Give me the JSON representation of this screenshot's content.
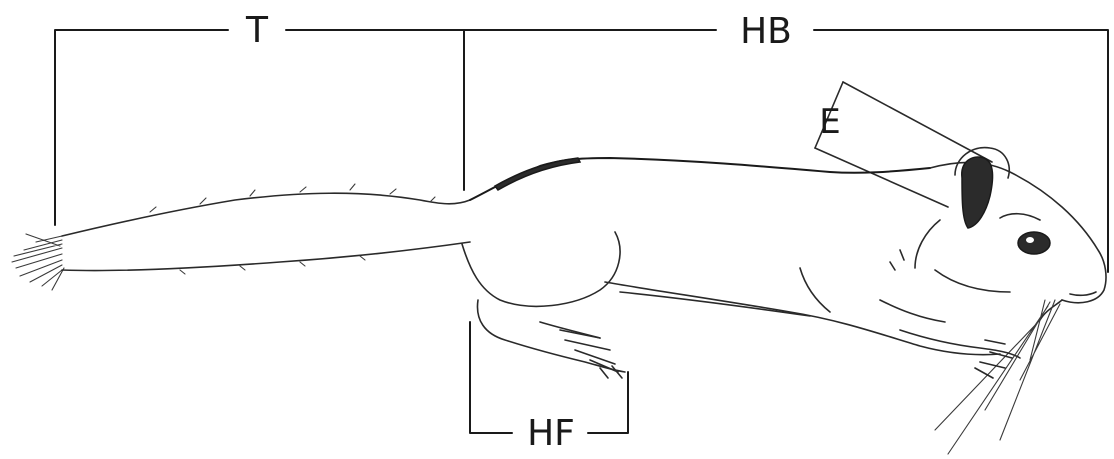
{
  "labels": {
    "tail": "T",
    "head_body": "HB",
    "ear": "E",
    "hind_foot": "HF"
  }
}
